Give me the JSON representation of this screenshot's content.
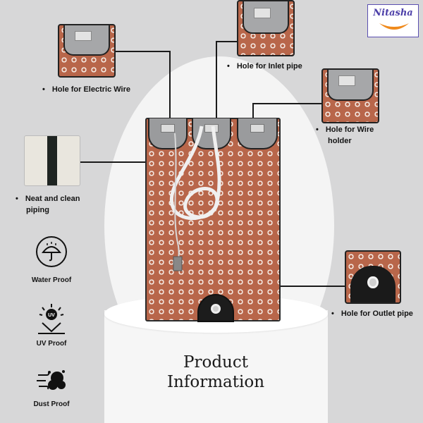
{
  "brand": {
    "name": "Nitasha",
    "accent_color": "#4c3fa8",
    "swoosh_color": "#f08a1c"
  },
  "callouts": {
    "electric_wire": "Hole for Electric Wire",
    "inlet_pipe": "Hole for Inlet pipe",
    "wire_holder_line1": "Hole for Wire",
    "wire_holder_line2": "holder",
    "piping_line1": "Neat and clean",
    "piping_line2": "piping",
    "outlet_pipe": "Hole for Outlet pipe"
  },
  "features": [
    {
      "icon": "umbrella-icon",
      "label": "Water Proof"
    },
    {
      "icon": "uv-sun-icon",
      "label": "UV Proof",
      "badge": "UV"
    },
    {
      "icon": "dust-icon",
      "label": "Dust Proof"
    }
  ],
  "title": {
    "line1": "Product",
    "line2": "Information"
  },
  "colors": {
    "fabric": "#b8664a",
    "dot": "#f3e6df",
    "background": "#d7d7d8"
  }
}
